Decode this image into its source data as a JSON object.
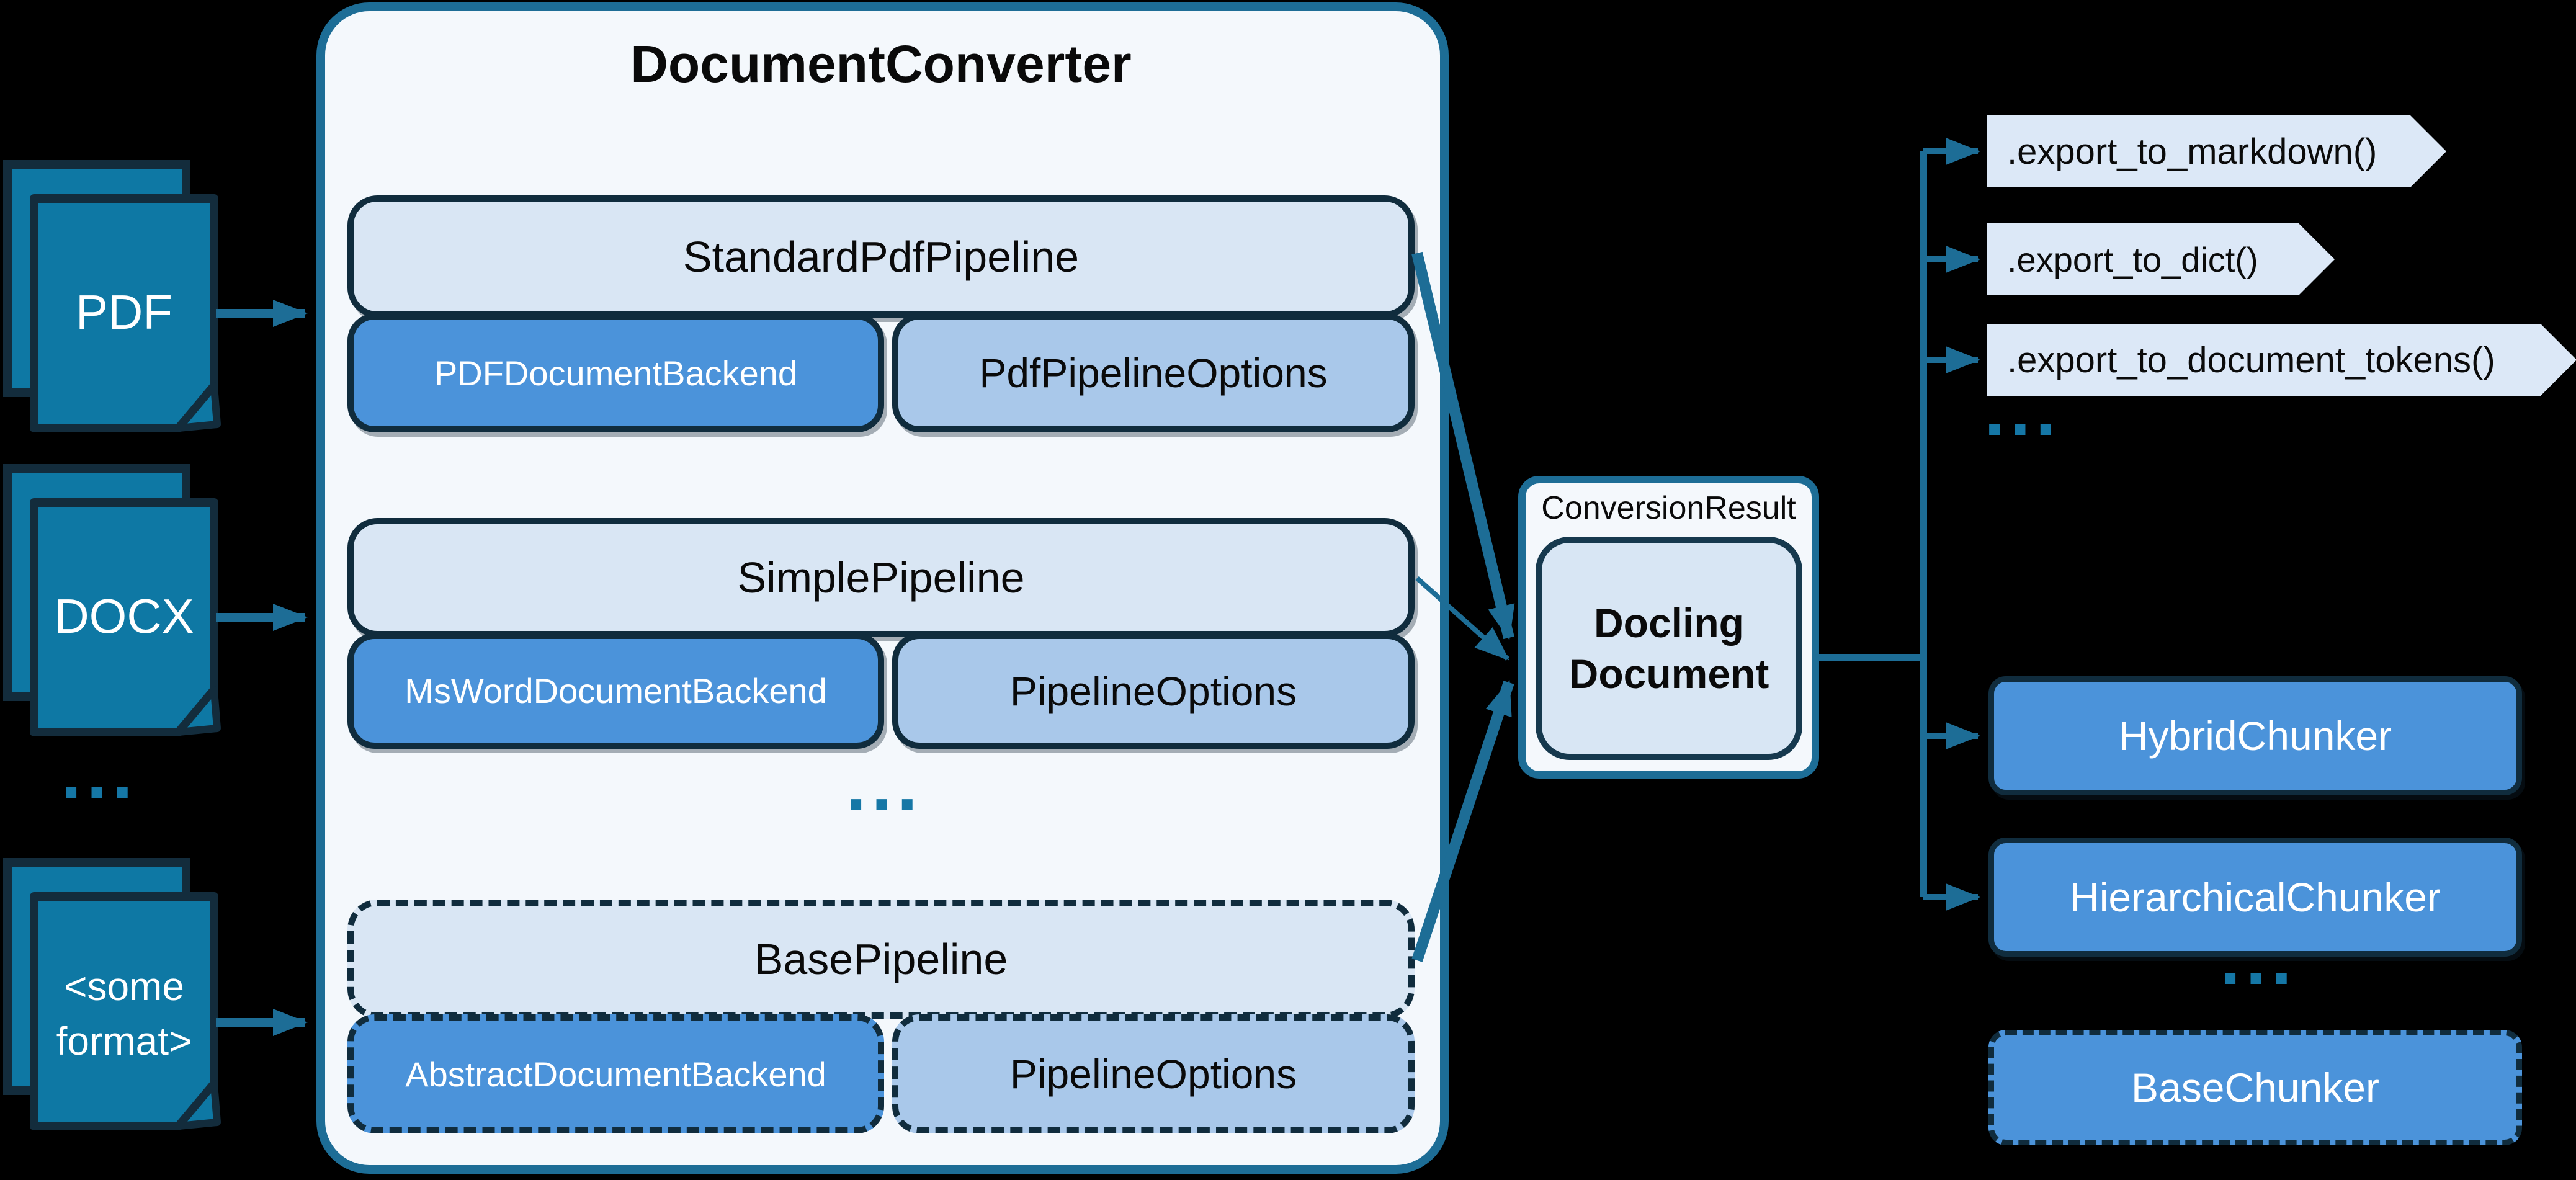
{
  "colors": {
    "background": "#000000",
    "teal_accent": "#1d6d96",
    "dark_border": "#102c3d",
    "document_icon_fill": "#0e78a4",
    "medium_blue": "#4b93da",
    "light_blue": "#d9e6f4",
    "pale_blue": "#a9c8ea",
    "panel": "#f4f8fc",
    "chevron_fill": "#dce8f7",
    "dots": "#1577a6"
  },
  "sources": {
    "pdf": "PDF",
    "docx": "DOCX",
    "ellipsis": "...",
    "other_line1": "<some",
    "other_line2": "format>"
  },
  "converter": {
    "title": "DocumentConverter",
    "ellipsis": "...",
    "pipelines": [
      {
        "name": "StandardPdfPipeline",
        "backend": "PDFDocumentBackend",
        "options": "PdfPipelineOptions"
      },
      {
        "name": "SimplePipeline",
        "backend": "MsWordDocumentBackend",
        "options": "PipelineOptions"
      },
      {
        "name": "BasePipeline",
        "backend": "AbstractDocumentBackend",
        "options": "PipelineOptions"
      }
    ]
  },
  "result": {
    "label": "ConversionResult",
    "doc_line1": "Docling",
    "doc_line2": "Document"
  },
  "exports": {
    "methods": [
      ".export_to_markdown()",
      ".export_to_dict()",
      ".export_to_document_tokens()"
    ],
    "ellipsis": "..."
  },
  "chunkers": {
    "hybrid": "HybridChunker",
    "hierarchical": "HierarchicalChunker",
    "ellipsis": "...",
    "base": "BaseChunker"
  }
}
